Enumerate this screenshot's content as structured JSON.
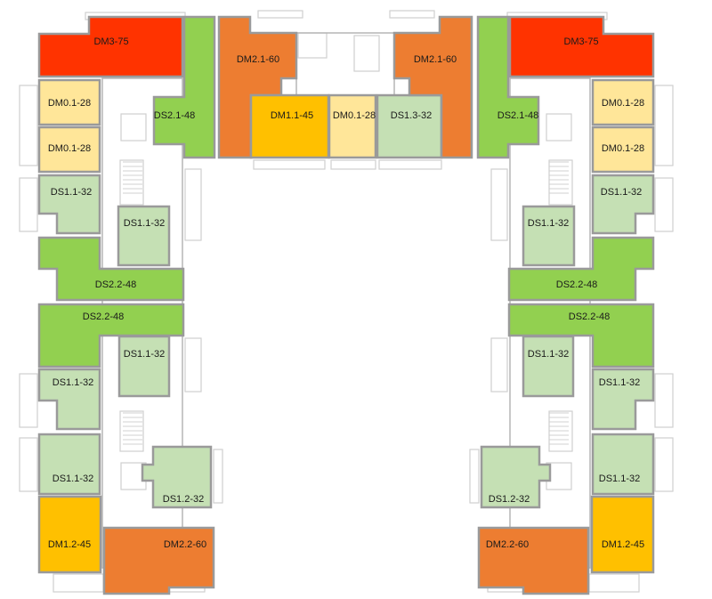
{
  "title": "Floor plan – apartment unit types",
  "colors": {
    "DM3": "#ff3300",
    "DM2": "#ed7d31",
    "DM1": "#ffc000",
    "DM0": "#ffe699",
    "DS1": "#c5e0b4",
    "DS2": "#92d050"
  },
  "units": [
    {
      "label": "DM3-75",
      "type": "DM3"
    },
    {
      "label": "DS2.1-48",
      "type": "DS2"
    },
    {
      "label": "DM0.1-28",
      "type": "DM0"
    },
    {
      "label": "DM0.1-28",
      "type": "DM0"
    },
    {
      "label": "DS1.1-32",
      "type": "DS1"
    },
    {
      "label": "DS1.1-32",
      "type": "DS1"
    },
    {
      "label": "DS2.2-48",
      "type": "DS2"
    },
    {
      "label": "DS2.2-48",
      "type": "DS2"
    },
    {
      "label": "DS1.1-32",
      "type": "DS1"
    },
    {
      "label": "DS1.1-32",
      "type": "DS1"
    },
    {
      "label": "DS1.1-32",
      "type": "DS1"
    },
    {
      "label": "DS1.2-32",
      "type": "DS1"
    },
    {
      "label": "DM1.2-45",
      "type": "DM1"
    },
    {
      "label": "DM2.2-60",
      "type": "DM2"
    },
    {
      "label": "DM2.1-60",
      "type": "DM2"
    },
    {
      "label": "DM1.1-45",
      "type": "DM1"
    },
    {
      "label": "DM0.1-28",
      "type": "DM0"
    },
    {
      "label": "DS1.3-32",
      "type": "DS1"
    },
    {
      "label": "DM2.1-60",
      "type": "DM2"
    },
    {
      "label": "DM3-75",
      "type": "DM3"
    },
    {
      "label": "DS2.1-48",
      "type": "DS2"
    },
    {
      "label": "DM0.1-28",
      "type": "DM0"
    },
    {
      "label": "DM0.1-28",
      "type": "DM0"
    },
    {
      "label": "DS1.1-32",
      "type": "DS1"
    },
    {
      "label": "DS1.1-32",
      "type": "DS1"
    },
    {
      "label": "DS2.2-48",
      "type": "DS2"
    },
    {
      "label": "DS2.2-48",
      "type": "DS2"
    },
    {
      "label": "DS1.1-32",
      "type": "DS1"
    },
    {
      "label": "DS1.1-32",
      "type": "DS1"
    },
    {
      "label": "DS1.1-32",
      "type": "DS1"
    },
    {
      "label": "DS1.2-32",
      "type": "DS1"
    },
    {
      "label": "DM1.2-45",
      "type": "DM1"
    },
    {
      "label": "DM2.2-60",
      "type": "DM2"
    }
  ]
}
